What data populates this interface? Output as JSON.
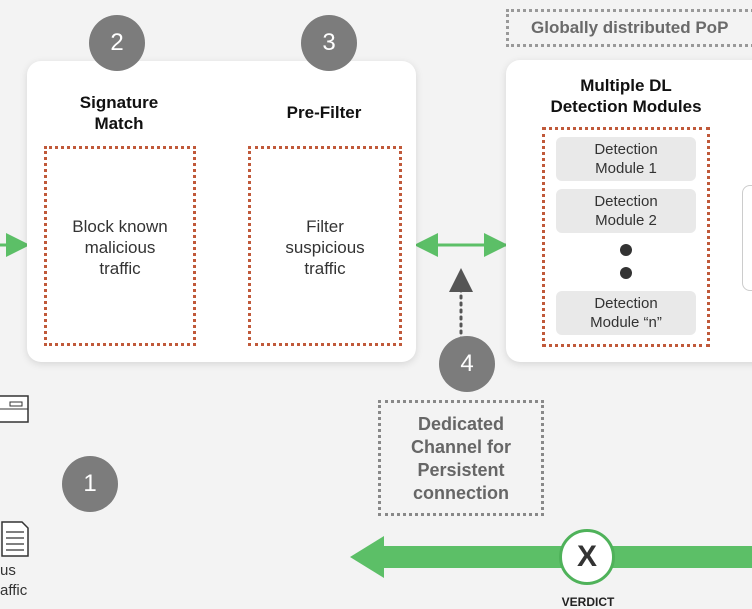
{
  "steps": {
    "step1": "1",
    "step2": "2",
    "step3": "3",
    "step4": "4"
  },
  "signature_match": {
    "heading": "Signature\nMatch",
    "body": "Block known\nmalicious\ntraffic"
  },
  "pre_filter": {
    "heading": "Pre-Filter",
    "body": "Filter\nsuspicious\ntraffic"
  },
  "pop": {
    "label": "Globally distributed PoP"
  },
  "detection": {
    "heading": "Multiple DL\nDetection Modules",
    "modules": [
      {
        "line1": "Detection",
        "line2": "Module 1"
      },
      {
        "line1": "Detection",
        "line2": "Module 2"
      },
      {
        "line1": "Detection",
        "line2": "Module “n”"
      }
    ]
  },
  "channel": {
    "label": "Dedicated\nChannel for\nPersistent\nconnection"
  },
  "verdict": {
    "symbol": "X",
    "label": "VERDICT"
  },
  "left_cut_text": {
    "line1": "us",
    "line2": "affic"
  },
  "colors": {
    "arrow_green": "#5cbf67",
    "dotted_border": "#c0593a",
    "step_circle": "#7c7c7c"
  }
}
